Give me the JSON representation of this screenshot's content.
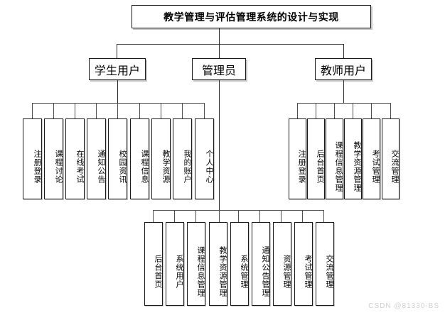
{
  "diagram": {
    "type": "tree-hierarchy",
    "root": {
      "label": "教学管理与评估管理系统的设计与实现"
    },
    "branches": [
      {
        "key": "student",
        "label": "学生用户",
        "leaves": [
          "注册登录",
          "课程讨论",
          "在线考试",
          "通知公告",
          "校园资讯",
          "课程信息",
          "教学资源",
          "我的账户",
          "个人中心"
        ]
      },
      {
        "key": "admin",
        "label": "管理员",
        "leaves": [
          "后台首页",
          "系统用户",
          "课程信息管理",
          "教学资源管理",
          "系统管理",
          "通知公告管理",
          "资源管理",
          "考试管理",
          "交流管理"
        ]
      },
      {
        "key": "teacher",
        "label": "教师用户",
        "leaves": [
          "注册登录",
          "后台首页",
          "课程信息管理",
          "教学资源管理",
          "考试管理",
          "交流管理"
        ]
      }
    ]
  },
  "watermark": {
    "text": "CSDN @81330-BS"
  },
  "colors": {
    "background": "#ffffff",
    "box_border": "#1a1a1a",
    "connector": "#4f4f4f",
    "text": "#000000",
    "watermark": "#d0d0d0"
  }
}
